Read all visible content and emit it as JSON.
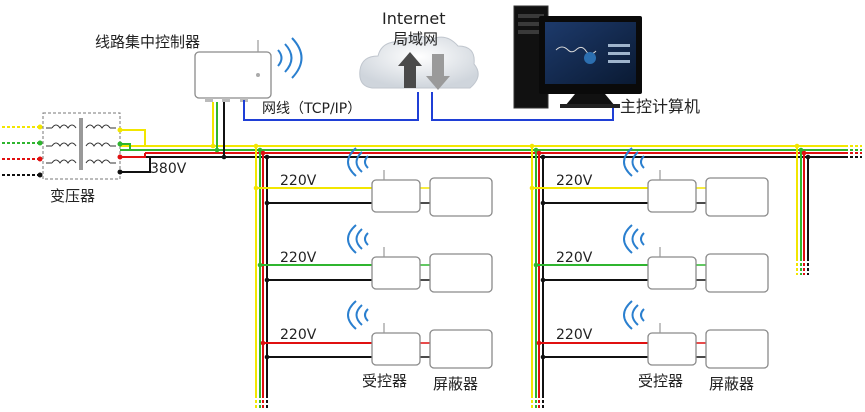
{
  "labels": {
    "controller": "线路集中控制器",
    "internet": "Internet",
    "lan": "局域网",
    "network_line": "网线（TCP/IP）",
    "host": "主控计算机",
    "transformer": "变压器",
    "main_voltage": "380V",
    "branch_voltage": "220V",
    "receiver": "受控器",
    "shield": "屏蔽器"
  },
  "colors": {
    "phase_yellow": "#f2e600",
    "phase_green": "#2fb52f",
    "phase_red": "#e01010",
    "neutral_black": "#111111",
    "network_blue": "#1f3fd6",
    "wifi_blue": "#2a7fcf"
  },
  "icons": [
    "wifi-icon",
    "cloud-icon",
    "computer-icon",
    "transformer-icon"
  ]
}
